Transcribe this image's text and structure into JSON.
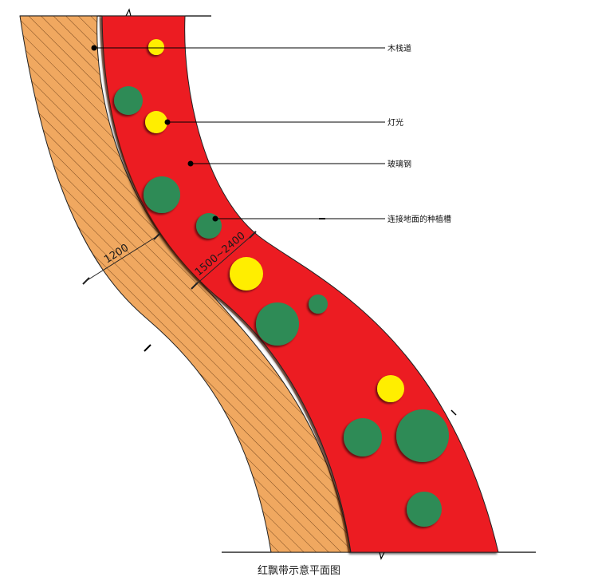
{
  "diagram": {
    "caption": "红飘带示意平面图",
    "labels": {
      "boardwalk": "木栈道",
      "light": "灯光",
      "frp": "玻璃钢",
      "planter": "连接地面的种植槽"
    },
    "dimensions": {
      "boardwalk_width": "1200",
      "ribbon_width": "1500~2400"
    },
    "colors": {
      "ribbon": "#ec1c24",
      "boardwalk": "#f0a860",
      "planter": "#2e8b57",
      "light": "#ffee00",
      "leader": "#000000"
    }
  }
}
